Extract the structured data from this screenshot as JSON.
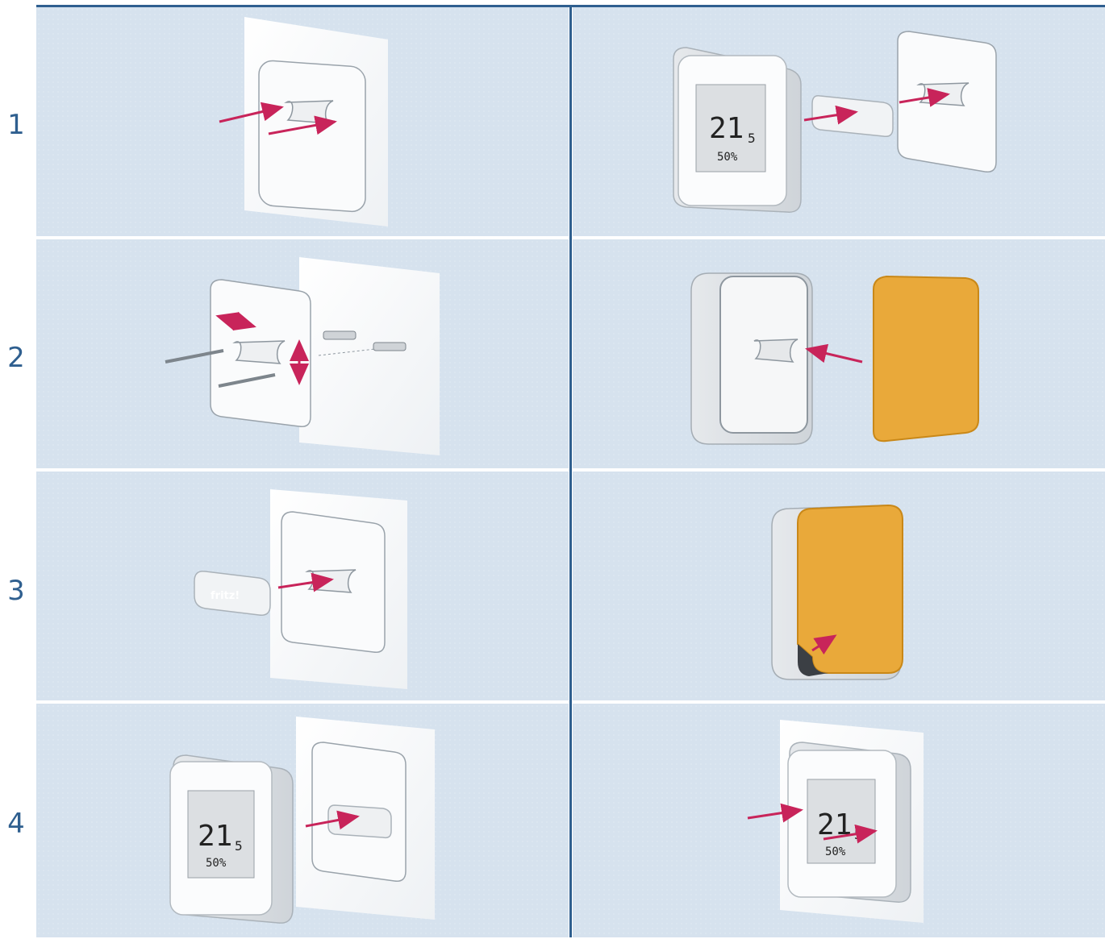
{
  "steps": [
    {
      "number": "1"
    },
    {
      "number": "2"
    },
    {
      "number": "3"
    },
    {
      "number": "4"
    }
  ],
  "device": {
    "temperature_main": "21",
    "temperature_decimal": "5",
    "humidity": "50%",
    "brand_label": "fritz!"
  },
  "colors": {
    "panel_background": "#d6e2ee",
    "divider": "#2f5f8f",
    "arrow": "#c8245a",
    "adhesive_pad": "#e9a93a"
  }
}
